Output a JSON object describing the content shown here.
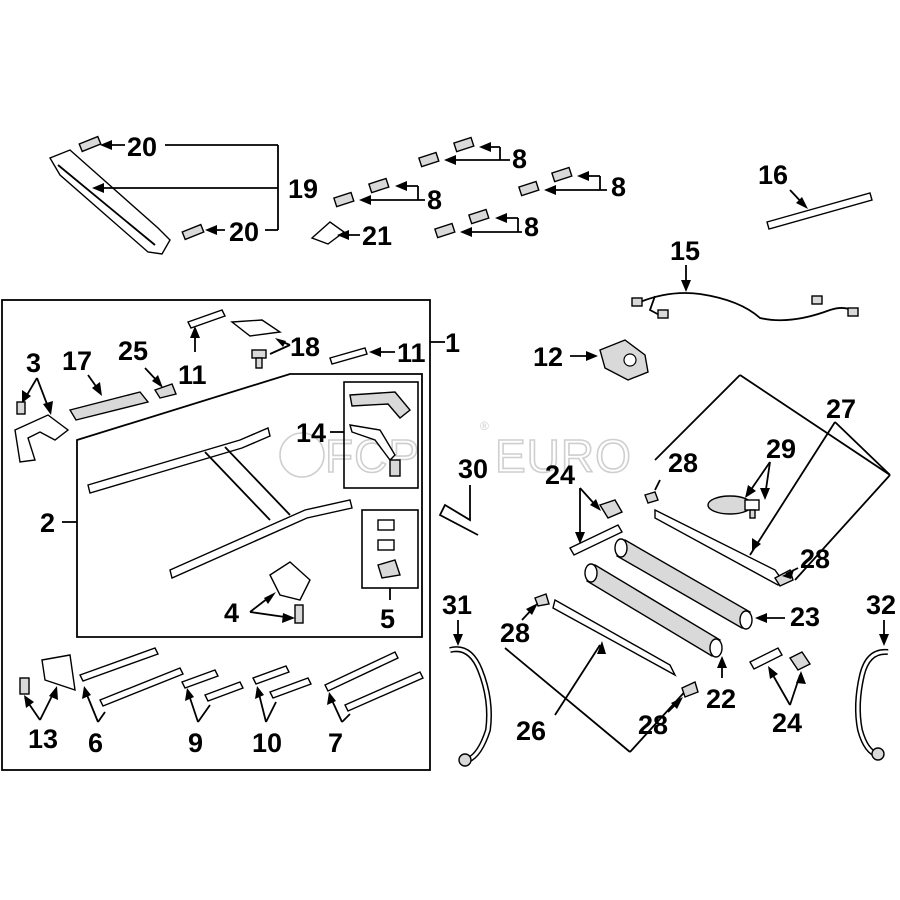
{
  "watermark": {
    "brand": "FCP",
    "suffix": "EURO",
    "reg": "®"
  },
  "callouts": {
    "c1": "1",
    "c2": "2",
    "c3": "3",
    "c4": "4",
    "c5": "5",
    "c6": "6",
    "c7": "7",
    "c8a": "8",
    "c8b": "8",
    "c8c": "8",
    "c8d": "8",
    "c9": "9",
    "c10": "10",
    "c11a": "11",
    "c11b": "11",
    "c12": "12",
    "c13": "13",
    "c14": "14",
    "c15": "15",
    "c16": "16",
    "c17": "17",
    "c18": "18",
    "c19": "19",
    "c20a": "20",
    "c20b": "20",
    "c21": "21",
    "c22": "22",
    "c23": "23",
    "c24a": "24",
    "c24b": "24",
    "c25": "25",
    "c26": "26",
    "c27": "27",
    "c28a": "28",
    "c28b": "28",
    "c28c": "28",
    "c28d": "28",
    "c29": "29",
    "c30": "30",
    "c31": "31",
    "c32": "32"
  }
}
